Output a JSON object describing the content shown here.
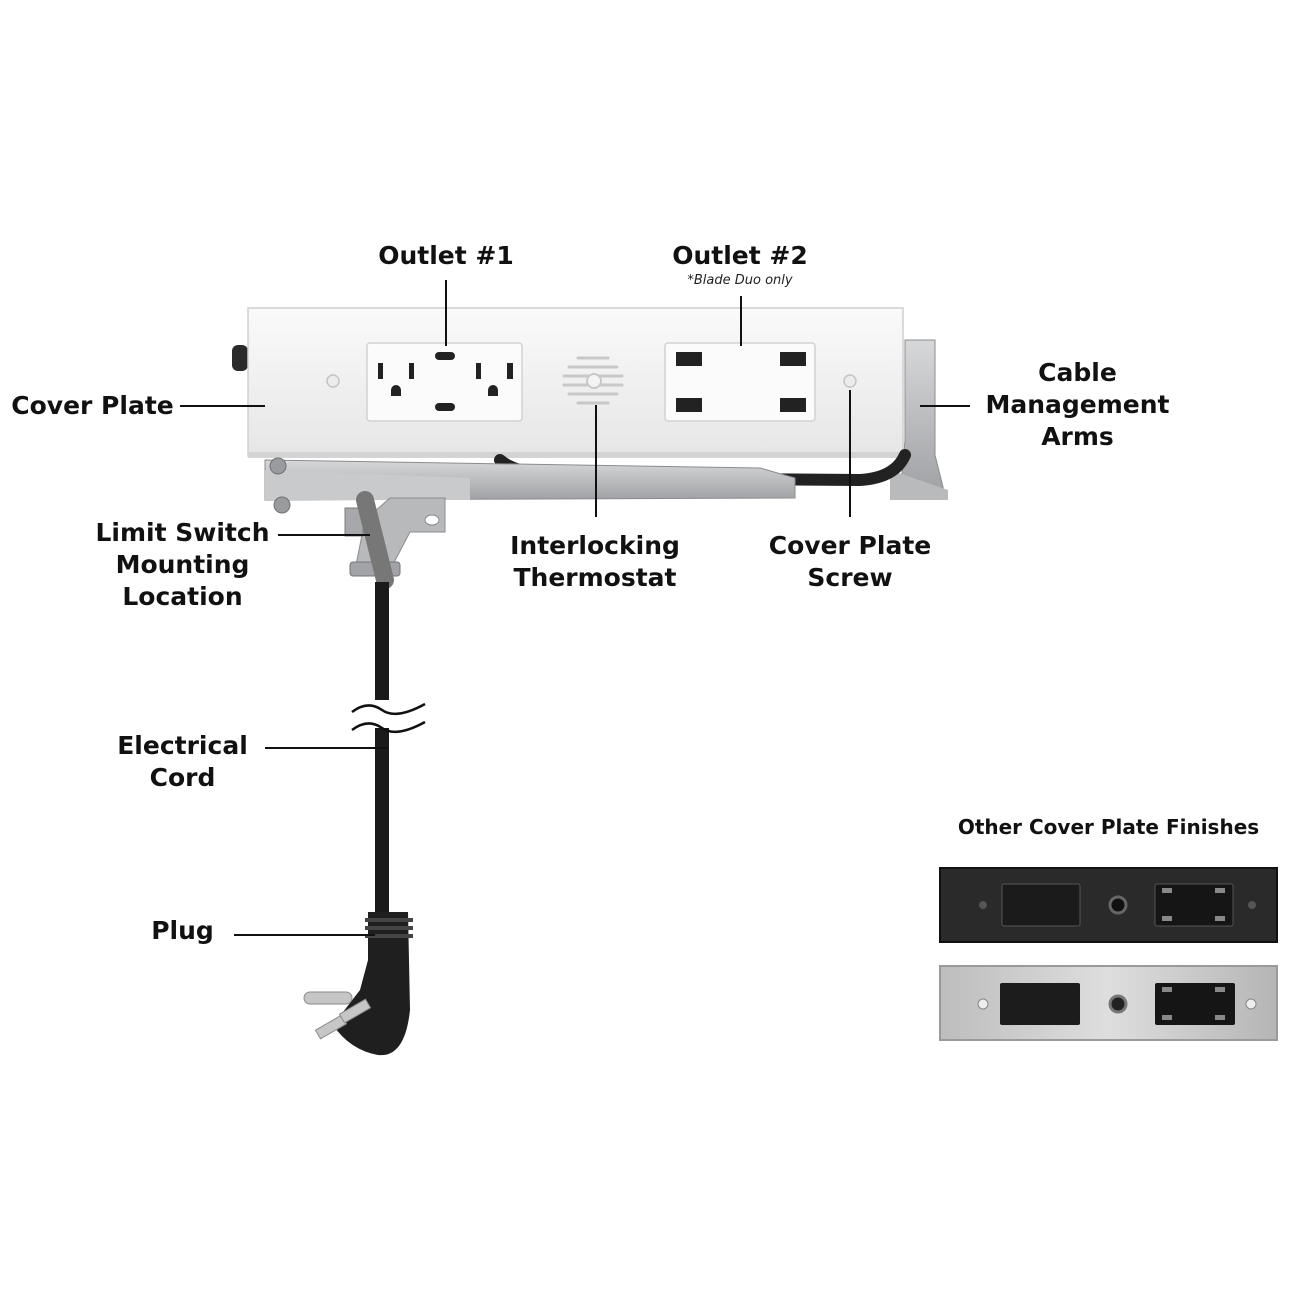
{
  "labels": {
    "outlet1": "Outlet #1",
    "outlet2": "Outlet #2",
    "outlet2_note": "*Blade Duo only",
    "cover_plate": "Cover Plate",
    "cable_mgmt": [
      "Cable",
      "Management",
      "Arms"
    ],
    "limit_switch": [
      "Limit Switch",
      "Mounting",
      "Location"
    ],
    "thermostat": [
      "Interlocking",
      "Thermostat"
    ],
    "cover_screw": [
      "Cover Plate",
      "Screw"
    ],
    "cord": [
      "Electrical",
      "Cord"
    ],
    "plug": "Plug"
  },
  "finishes": {
    "title": "Other Cover Plate Finishes",
    "options": [
      {
        "name": "black-finish",
        "color": "#2a2a2a"
      },
      {
        "name": "stainless-finish",
        "color": "#c9c9c9"
      }
    ]
  },
  "colors": {
    "plate_white": "#f4f4f4",
    "bracket_silver": "#bfc0c2",
    "cord_black": "#1a1a1a",
    "leader_line": "#111111"
  }
}
